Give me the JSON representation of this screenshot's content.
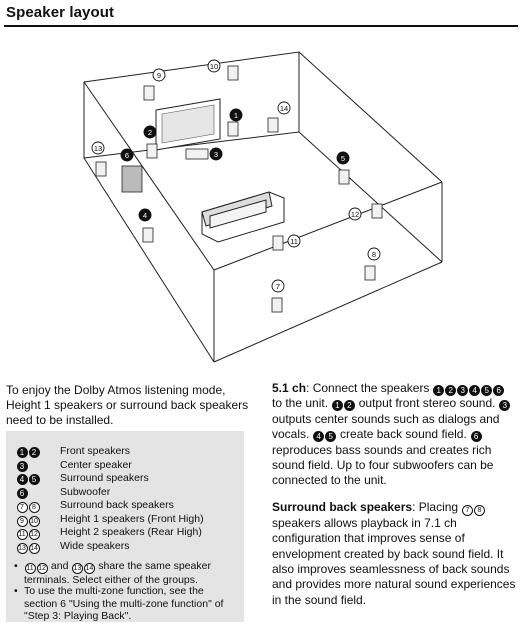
{
  "page": {
    "title": "Speaker layout"
  },
  "diagram": {
    "markers": [
      "1",
      "2",
      "3",
      "4",
      "5",
      "6",
      "7",
      "8",
      "9",
      "10",
      "11",
      "12",
      "13",
      "14"
    ]
  },
  "intro": "To enjoy the Dolby Atmos listening mode, Height 1 speakers or surround back speakers need to be installed.",
  "legend": [
    {
      "nums": [
        "1",
        "2"
      ],
      "style": "filled",
      "label": "Front speakers"
    },
    {
      "nums": [
        "3"
      ],
      "style": "filled",
      "label": "Center speaker"
    },
    {
      "nums": [
        "4",
        "5"
      ],
      "style": "filled",
      "label": "Surround speakers"
    },
    {
      "nums": [
        "6"
      ],
      "style": "filled",
      "label": "Subwoofer"
    },
    {
      "nums": [
        "7",
        "8"
      ],
      "style": "outline",
      "label": "Surround back speakers"
    },
    {
      "nums": [
        "9",
        "10"
      ],
      "style": "outline",
      "label": "Height 1 speakers (Front High)"
    },
    {
      "nums": [
        "11",
        "12"
      ],
      "style": "outline",
      "label": "Height 2 speakers (Rear High)"
    },
    {
      "nums": [
        "13",
        "14"
      ],
      "style": "outline",
      "label": "Wide speakers"
    }
  ],
  "notes": {
    "note1_prefix_nums": [
      "11",
      "12"
    ],
    "note1_and": "and",
    "note1_mid_nums": [
      "13",
      "14"
    ],
    "note1_text": "share the same speaker terminals. Select either of the groups.",
    "note2": "To use the multi-zone function, see the section 6 \"Using the multi-zone function\" of \"Step 3: Playing Back\"."
  },
  "right": {
    "p1_head": "5.1 ch",
    "p1_a": ": Connect the speakers",
    "p1_nums": [
      "1",
      "2",
      "3",
      "4",
      "5",
      "6"
    ],
    "p1_b": "to the unit.",
    "p1_nums2": [
      "1",
      "2"
    ],
    "p1_c": "output front stereo sound.",
    "p1_num3": "3",
    "p1_d": "outputs center sounds such as dialogs and vocals.",
    "p1_nums4": [
      "4",
      "5"
    ],
    "p1_e": "create back sound field.",
    "p1_num6": "6",
    "p1_f": "reproduces bass sounds and creates rich sound field. Up to four subwoofers can be connected to the unit.",
    "p2_head": "Surround back speakers",
    "p2_a": ": Placing",
    "p2_nums": [
      "7",
      "8"
    ],
    "p2_b": "speakers allows playback in 7.1 ch configuration that improves sense of envelopment created by back sound field. It also improves seamlessness of back sounds and provides more natural sound experiences in the sound field."
  }
}
